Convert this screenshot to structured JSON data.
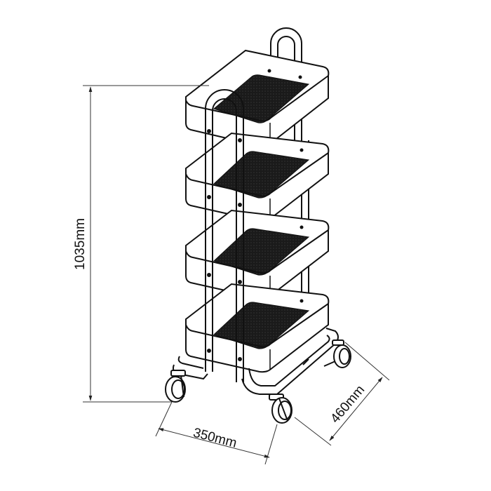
{
  "diagram": {
    "subject": "4-tier rolling utility cart",
    "tiers": 4,
    "wheels": 4,
    "colors": {
      "background": "#ffffff",
      "line": "#111111",
      "basket_mesh": "#1a1a1a",
      "dimension_line": "#333333"
    }
  },
  "dimensions": {
    "height": {
      "label": "1035mm",
      "value": 1035,
      "unit": "mm"
    },
    "width": {
      "label": "350mm",
      "value": 350,
      "unit": "mm"
    },
    "depth": {
      "label": "460mm",
      "value": 460,
      "unit": "mm"
    }
  }
}
